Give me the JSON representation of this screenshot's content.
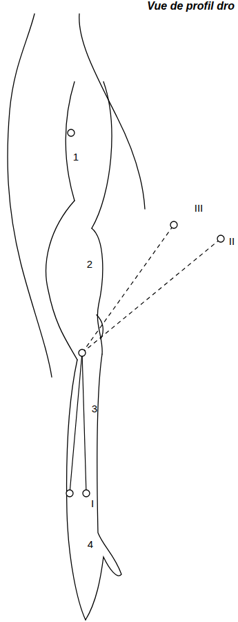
{
  "diagram": {
    "title": "Vue de profil dro",
    "labels": [
      "1",
      "2",
      "3",
      "4",
      "I",
      "II",
      "III"
    ]
  }
}
